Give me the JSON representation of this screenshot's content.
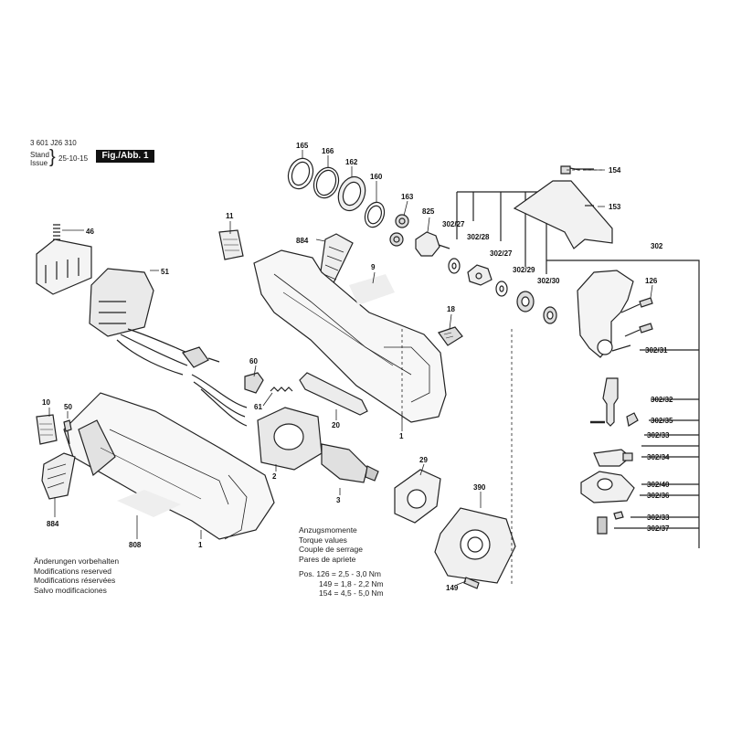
{
  "header": {
    "doc_number": "3 601 J26 310",
    "stand_label": "Stand",
    "issue_label": "Issue",
    "date": "25-10-15",
    "figure_label": "Fig./Abb. 1"
  },
  "torque_note": {
    "lines": [
      "Anzugsmomente",
      "Torque values",
      "Couple de serrage",
      "Pares de apriete"
    ],
    "values": [
      "Pos. 126 = 2,5 - 3,0 Nm",
      "149 = 1,8 - 2,2 Nm",
      "154 = 4,5 - 5,0 Nm"
    ]
  },
  "changes_note": [
    "Änderungen vorbehalten",
    "Modifications reserved",
    "Modifications réservées",
    "Salvo modificaciones"
  ],
  "labels": {
    "l165": "165",
    "l166": "166",
    "l162": "162",
    "l160": "160",
    "l163": "163",
    "l825": "825",
    "l302_27a": "302/27",
    "l302_28": "302/28",
    "l302_27b": "302/27",
    "l302_29": "302/29",
    "l302_30": "302/30",
    "l154": "154",
    "l153": "153",
    "l302": "302",
    "l126": "126",
    "l302_31": "302/31",
    "l302_32": "302/32",
    "l302_35": "302/35",
    "l302_33a": "302/33",
    "l302_34": "302/34",
    "l302_40": "302/40",
    "l302_36": "302/36",
    "l302_33b": "302/33",
    "l302_37": "302/37",
    "l46": "46",
    "l51": "51",
    "l11": "11",
    "l884a": "884",
    "l9": "9",
    "l18": "18",
    "l60": "60",
    "l61": "61",
    "l20": "20",
    "l1a": "1",
    "l10": "10",
    "l50": "50",
    "l2": "2",
    "l3": "3",
    "l29": "29",
    "l390": "390",
    "l884b": "884",
    "l808": "808",
    "l1b": "1",
    "l149": "149"
  }
}
